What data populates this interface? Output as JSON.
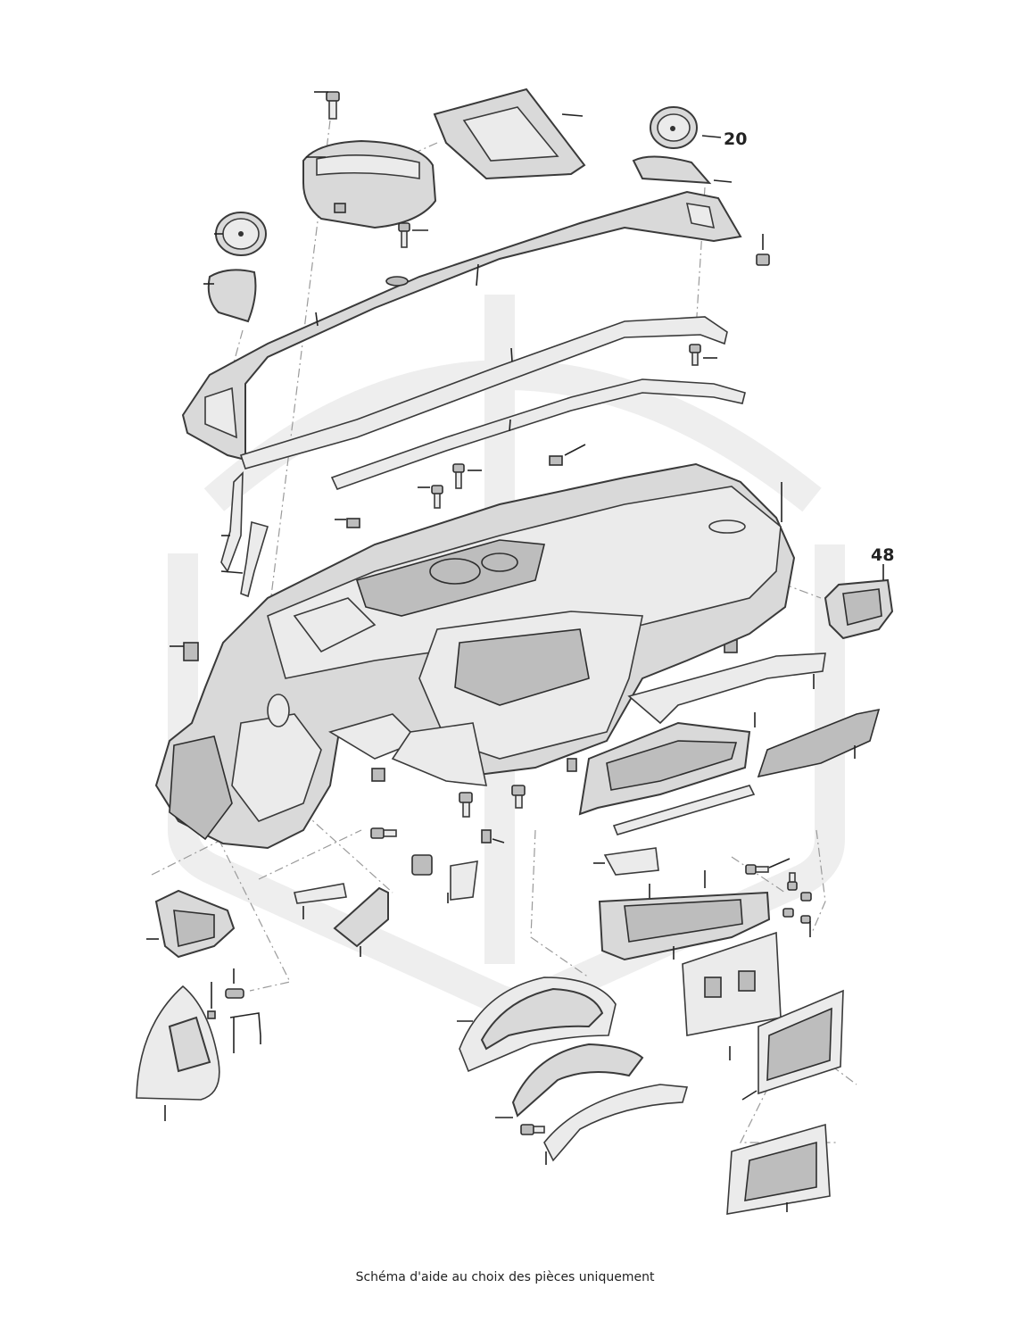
{
  "callouts": {
    "part_20": "20",
    "part_48": "48"
  },
  "caption": "Schéma d'aide au choix des pièces uniquement",
  "colors": {
    "line": "#3a3a3a",
    "fill": "#d9d9d9",
    "watermark": "#eeeeee"
  }
}
